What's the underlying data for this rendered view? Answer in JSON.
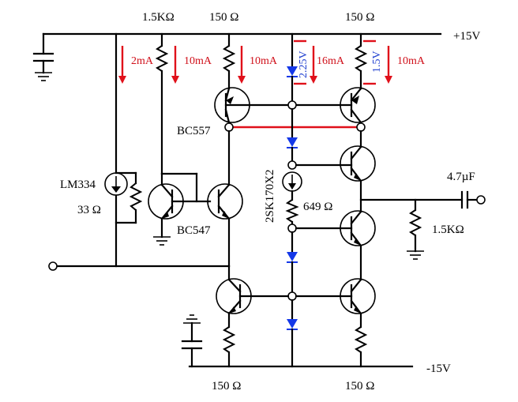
{
  "labels": {
    "r_top_left": "1.5KΩ",
    "r_top_mid": "150 Ω",
    "r_top_right": "150 Ω",
    "supply_pos": "+15V",
    "supply_neg": "-15V",
    "r_bot_left": "150 Ω",
    "r_bot_right": "150 Ω",
    "cap_out": "4.7µF",
    "r_out": "1.5KΩ",
    "r_fet": "649 Ω",
    "fet": "2SK170X2",
    "ref_ic": "LM334",
    "r_ref": "33 Ω",
    "pnp": "BC557",
    "npn": "BC547",
    "cur_2ma": "2mA",
    "cur_10ma_a": "10mA",
    "cur_10ma_b": "10mA",
    "cur_16ma": "16mA",
    "cur_10ma_c": "10mA",
    "v_225": "2.25V",
    "v_15": "1.5V"
  },
  "colors": {
    "annotation": "#e0101a",
    "voltage": "#1f3fd0",
    "diode": "#1438e8"
  }
}
